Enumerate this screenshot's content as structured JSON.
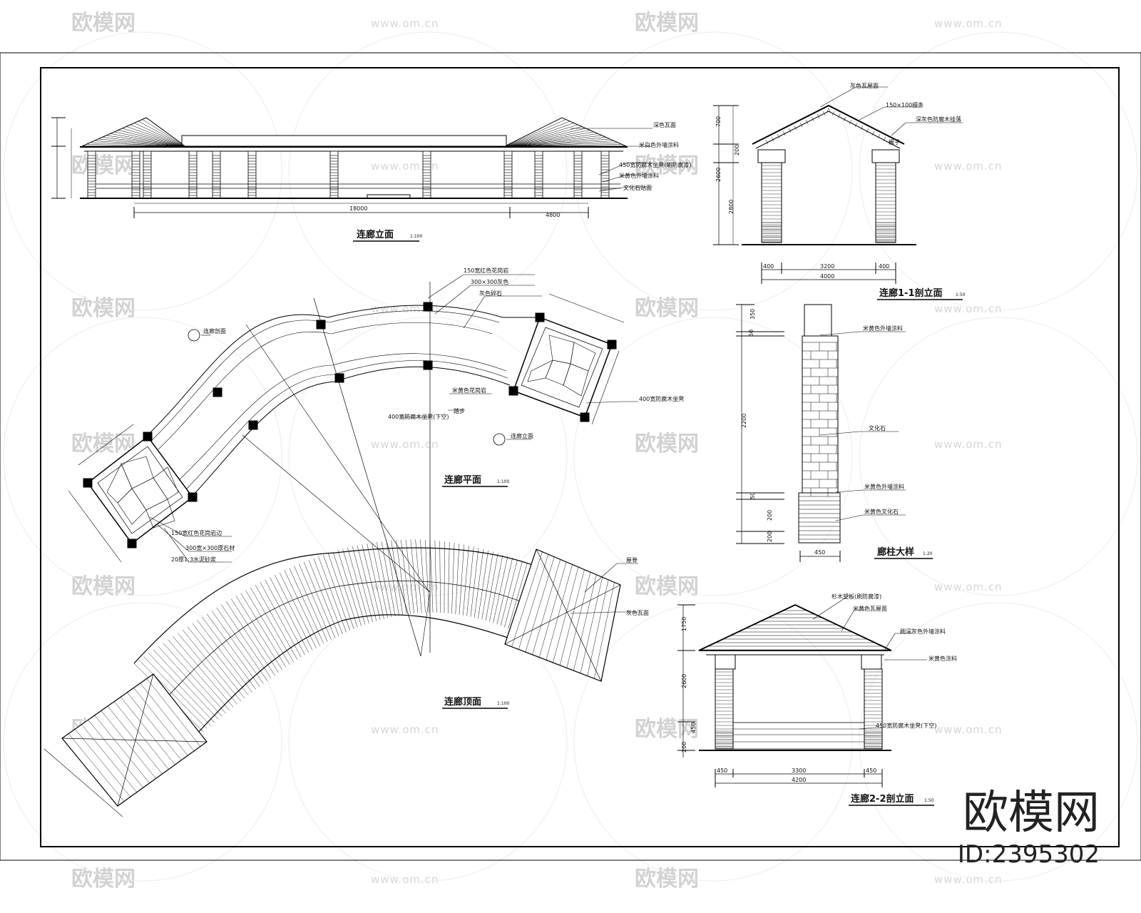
{
  "drawing": {
    "views": {
      "front_elevation": {
        "title": "连廊立面",
        "scale": "1:100"
      },
      "section_1": {
        "title": "连廊1-1剖立面",
        "scale": "1:50"
      },
      "plan": {
        "title": "连廊平面",
        "scale": "1:100"
      },
      "column_detail": {
        "title": "廊柱大样",
        "scale": "1:20"
      },
      "roof_plan": {
        "title": "连廊顶面",
        "scale": "1:100"
      },
      "section_2": {
        "title": "连廊2-2剖立面",
        "scale": "1:50"
      }
    },
    "notes": {
      "front": [
        "深色瓦面",
        "米白色外墙涂料",
        "450宽防腐木坐凳(刷防腐漆)",
        "米黄色外墙涂料",
        "文化石贴面"
      ],
      "section1": [
        "灰色瓦屋面",
        "150×100檩条",
        "深灰色防腐木挂落",
        "椽子"
      ],
      "plan": [
        "连廊剖面",
        "150宽红色花岗岩",
        "300×300灰色",
        "灰色碎石",
        "米黄色花岗岩",
        "400宽防腐木坐凳",
        "踏步",
        "400宽防腐木坐凳(下空)",
        "150宽红色花岗岩边",
        "300宽×300厚石材",
        "20厚1:3水泥砂浆",
        "连廊立面"
      ],
      "column": [
        "米黄色外墙涂料",
        "文化石",
        "米黄色外墙涂料",
        "米黄色文化石"
      ],
      "roof": [
        "屋脊",
        "灰色瓦面"
      ],
      "section2": [
        "杉木望板(刷防腐漆)",
        "米黄色瓦屋面",
        "刷深灰色外墙涂料",
        "米黄色涂料",
        "450宽防腐木坐凳(下空)"
      ]
    },
    "dimensions": {
      "front_total": "18000",
      "front_bay": "4800",
      "section1_heights": [
        "700",
        "200",
        "2600",
        "2800"
      ],
      "section1_widths": [
        "400",
        "3200",
        "400",
        "4000"
      ],
      "column_heights": [
        "350",
        "50",
        "2200",
        "50",
        "200",
        "200"
      ],
      "column_width": "450",
      "section2_heights": [
        "1750",
        "2600",
        "450",
        "200"
      ],
      "section2_widths": [
        "450",
        "3300",
        "450",
        "4200"
      ]
    }
  },
  "watermark": {
    "brand": "欧模网",
    "url": "www.om.cn"
  },
  "brand_mark": {
    "logo": "欧模网",
    "id": "ID:2395302"
  }
}
